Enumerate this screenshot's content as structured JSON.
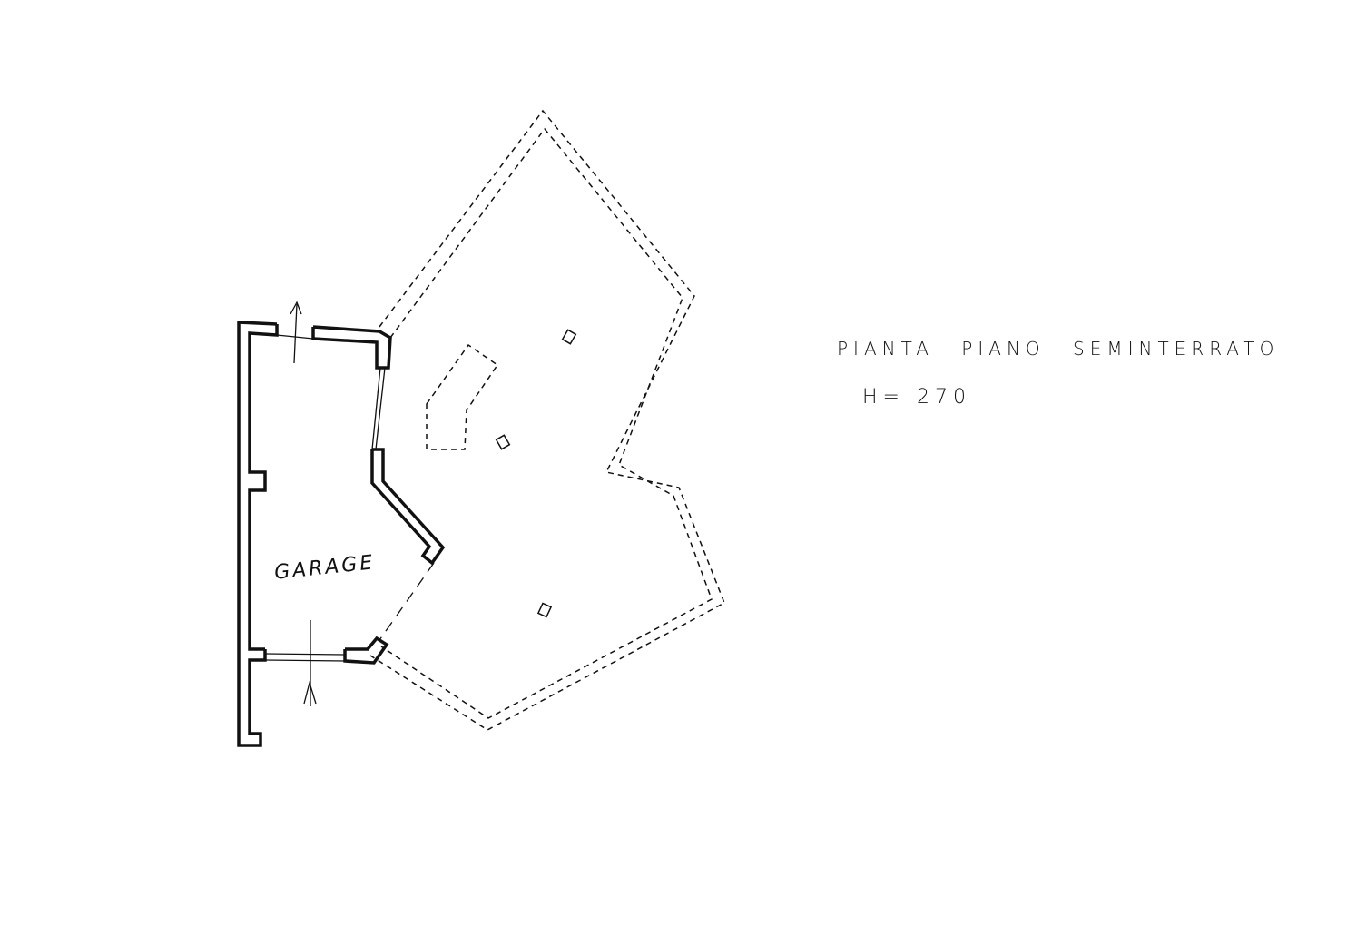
{
  "plan": {
    "title": "PIANTA PIANO SEMINTERRATO",
    "height_label": "H= 270",
    "rooms": [
      {
        "label": "GARAGE"
      }
    ]
  },
  "colors": {
    "ink": "#111111",
    "paper": "#ffffff"
  }
}
